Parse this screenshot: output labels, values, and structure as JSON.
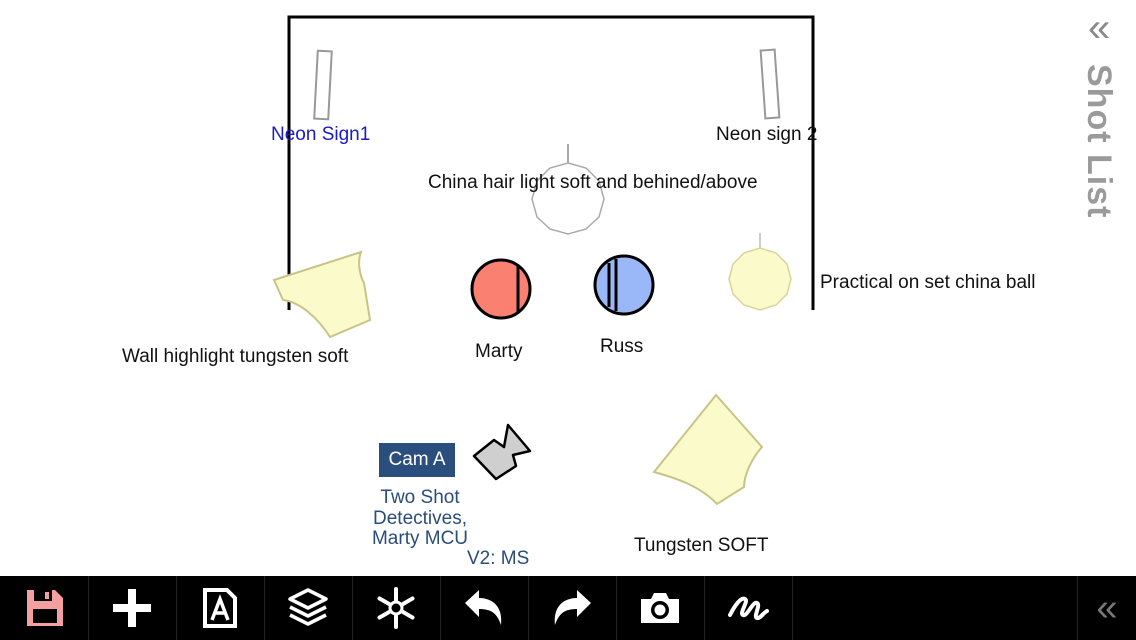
{
  "diagram": {
    "labels": {
      "neon_sign_1": "Neon Sign1",
      "neon_sign_2": "Neon sign 2",
      "china_hair": "China hair light soft and behined/above",
      "practical": "Practical on set china ball",
      "wall_highlight": "Wall highlight tungsten soft",
      "marty": "Marty",
      "russ": "Russ",
      "tungsten_soft": "Tungsten SOFT"
    },
    "camera": {
      "tag": "Cam A",
      "description": "Two Shot\nDetectives,\nMarty MCU",
      "version": "V2: MS"
    }
  },
  "shot_list": {
    "title": "Shot List",
    "chevron": "«"
  },
  "toolbar": {
    "buttons": [
      {
        "name": "save",
        "icon": "floppy-disk-icon"
      },
      {
        "name": "add",
        "icon": "plus-icon"
      },
      {
        "name": "text",
        "icon": "text-document-icon"
      },
      {
        "name": "layers",
        "icon": "layers-icon"
      },
      {
        "name": "effects",
        "icon": "snowflake-icon"
      },
      {
        "name": "undo",
        "icon": "undo-icon"
      },
      {
        "name": "redo",
        "icon": "redo-icon"
      },
      {
        "name": "camera",
        "icon": "camera-icon"
      },
      {
        "name": "draw",
        "icon": "squiggle-icon"
      }
    ],
    "collapse": "«"
  },
  "colors": {
    "marty": "#fa8072",
    "russ": "#9ab8f8",
    "soft_light": "#fbfacb",
    "cam_tag": "#2a4f7e",
    "save_icon": "#f4a0a0"
  }
}
